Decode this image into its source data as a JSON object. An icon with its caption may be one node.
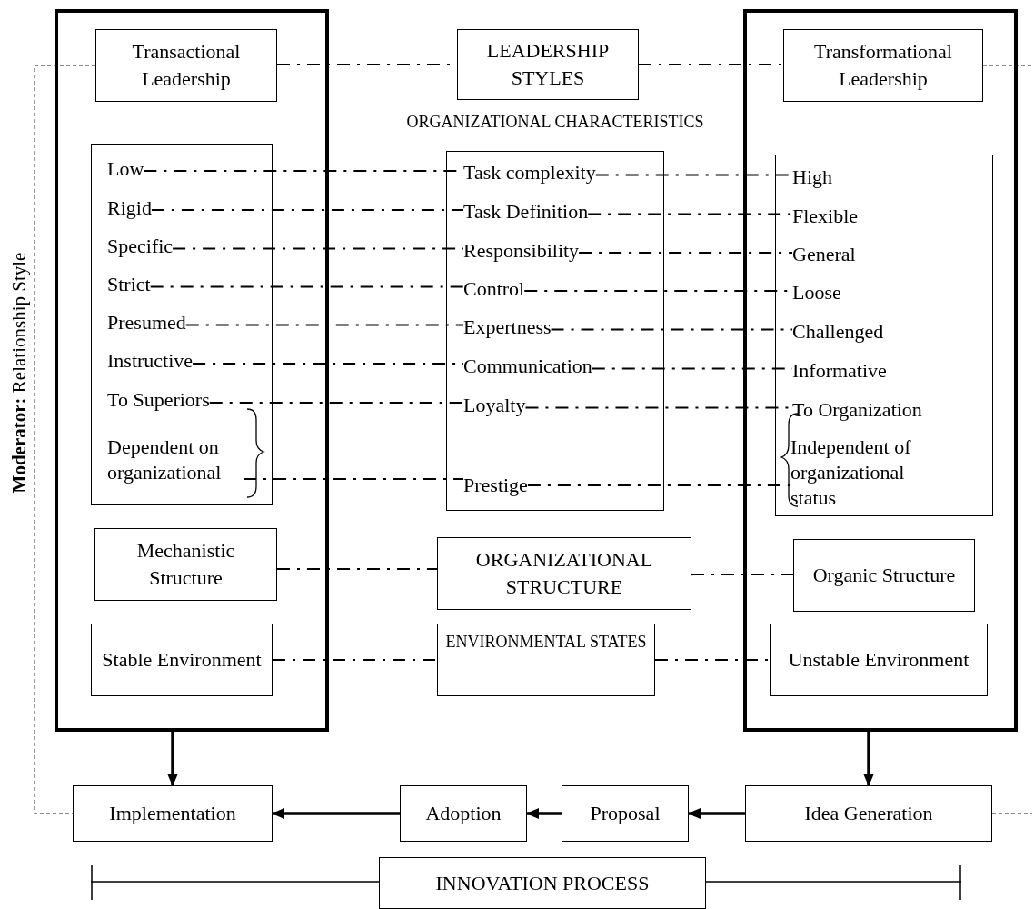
{
  "diagram": {
    "nodes": [
      {
        "text": [],
        "shape": "box"
      },
      {
        "text": [
          "Transactional Leadership"
        ],
        "in": 0
      },
      {
        "text": [],
        "shape": "box",
        "in": 0
      },
      {
        "text": [
          "Low"
        ],
        "in": 2
      },
      {
        "text": [
          "Rigid"
        ],
        "in": 2
      },
      {
        "text": [
          "Specific"
        ],
        "in": 2
      },
      {
        "text": [
          "Strict"
        ],
        "in": 2
      },
      {
        "text": [
          "Presumed"
        ],
        "in": 2
      },
      {
        "text": [
          "Instructive"
        ],
        "in": 2
      },
      {
        "text": [
          "To Superiors"
        ],
        "in": 2
      },
      {
        "text": [
          "Dependent on organizational"
        ],
        "in": 2
      },
      {
        "text": [
          "Mechanistic Structure"
        ],
        "in": 0
      },
      {
        "text": [
          "Stable Environment"
        ],
        "in": 0
      },
      {
        "text": [
          "LEADERSHIP STYLES"
        ]
      },
      {
        "text": [
          "ORGANIZATIONAL CHARACTERISTICS"
        ]
      },
      {
        "text": [
          "Task complexity"
        ],
        "in": 14
      },
      {
        "text": [
          "Task Definition"
        ],
        "in": 14
      },
      {
        "text": [
          "Responsibility"
        ],
        "in": 14
      },
      {
        "text": [
          "Control"
        ],
        "in": 14
      },
      {
        "text": [
          "Expertness"
        ],
        "in": 14
      },
      {
        "text": [
          "Communication"
        ],
        "in": 14
      },
      {
        "text": [
          "Loyalty"
        ],
        "in": 14
      },
      {
        "text": [
          "Prestige"
        ],
        "in": 14
      },
      {
        "text": [
          "ORGANIZATIONAL STRUCTURE"
        ]
      },
      {
        "text": [
          "ENVIRONMENTAL STATES"
        ]
      },
      {
        "text": [],
        "shape": "box"
      },
      {
        "text": [
          "Transformational Leadership"
        ],
        "in": 25
      },
      {
        "text": [],
        "shape": "box",
        "in": 25
      },
      {
        "text": [
          "High"
        ],
        "in": 27
      },
      {
        "text": [
          "Flexible"
        ],
        "in": 27
      },
      {
        "text": [
          "General"
        ],
        "in": 27
      },
      {
        "text": [
          "Loose"
        ],
        "in": 27
      },
      {
        "text": [
          "Challenged"
        ],
        "in": 27
      },
      {
        "text": [
          "Informative"
        ],
        "in": 27
      },
      {
        "text": [
          "To Organization"
        ],
        "in": 27
      },
      {
        "text": [
          "Independent of organizational status"
        ],
        "in": 27
      },
      {
        "text": [
          "Organic Structure"
        ],
        "in": 25
      },
      {
        "text": [
          "Unstable Environment"
        ],
        "in": 25
      },
      {
        "text": [
          "Implementation"
        ]
      },
      {
        "text": [
          "Adoption"
        ]
      },
      {
        "text": [
          "Proposal"
        ]
      },
      {
        "text": [
          "Idea Generation"
        ]
      },
      {
        "text": [
          "INNOVATION PROCESS"
        ]
      }
    ],
    "edges": [
      {
        "from": 1,
        "to": 13,
        "arrow": "none",
        "style": "dashed"
      },
      {
        "from": 13,
        "to": 26,
        "arrow": "none",
        "style": "dashed"
      },
      {
        "from": 26,
        "to": null,
        "arrow": "none",
        "style": "dashed",
        "color": "#666666"
      },
      {
        "from": 1,
        "to": 38,
        "arrow": "none",
        "style": "dashed",
        "color": "#666666"
      },
      {
        "from": 41,
        "to": null,
        "arrow": "none",
        "style": "dashed",
        "color": "#666666"
      },
      {
        "from": 3,
        "to": 15,
        "arrow": "none",
        "style": "dashed"
      },
      {
        "from": 15,
        "to": 28,
        "arrow": "none",
        "style": "dashed"
      },
      {
        "from": 4,
        "to": 16,
        "arrow": "none",
        "style": "dashed"
      },
      {
        "from": 16,
        "to": 29,
        "arrow": "none",
        "style": "dashed"
      },
      {
        "from": 5,
        "to": 17,
        "arrow": "none",
        "style": "dashed"
      },
      {
        "from": 17,
        "to": 30,
        "arrow": "none",
        "style": "dashed"
      },
      {
        "from": 6,
        "to": 18,
        "arrow": "none",
        "style": "dashed"
      },
      {
        "from": 18,
        "to": 31,
        "arrow": "none",
        "style": "dashed"
      },
      {
        "from": 7,
        "to": 19,
        "arrow": "none",
        "style": "dashed"
      },
      {
        "from": 19,
        "to": 32,
        "arrow": "none",
        "style": "dashed"
      },
      {
        "from": 8,
        "to": 20,
        "arrow": "none",
        "style": "dashed"
      },
      {
        "from": 20,
        "to": 33,
        "arrow": "none",
        "style": "dashed"
      },
      {
        "from": 9,
        "to": 21,
        "arrow": "none",
        "style": "dashed"
      },
      {
        "from": 21,
        "to": 34,
        "arrow": "none",
        "style": "dashed"
      },
      {
        "from": 10,
        "to": 22,
        "arrow": "none",
        "style": "dashed"
      },
      {
        "from": 22,
        "to": 35,
        "arrow": "none",
        "style": "dashed"
      },
      {
        "from": 11,
        "to": 23,
        "arrow": "none",
        "style": "dashed"
      },
      {
        "from": 23,
        "to": 36,
        "arrow": "none",
        "style": "dashed"
      },
      {
        "from": 12,
        "to": 24,
        "arrow": "none",
        "style": "dashed"
      },
      {
        "from": 24,
        "to": 37,
        "arrow": "none",
        "style": "dashed"
      },
      {
        "from": 0,
        "to": 38,
        "arrow": "to"
      },
      {
        "from": 25,
        "to": 41,
        "arrow": "to"
      },
      {
        "from": 41,
        "to": 40,
        "arrow": "to"
      },
      {
        "from": 40,
        "to": 39,
        "arrow": "to"
      },
      {
        "from": 39,
        "to": 38,
        "arrow": "to"
      }
    ],
    "labels": [
      "**Moderator:** Relationship Style"
    ]
  }
}
